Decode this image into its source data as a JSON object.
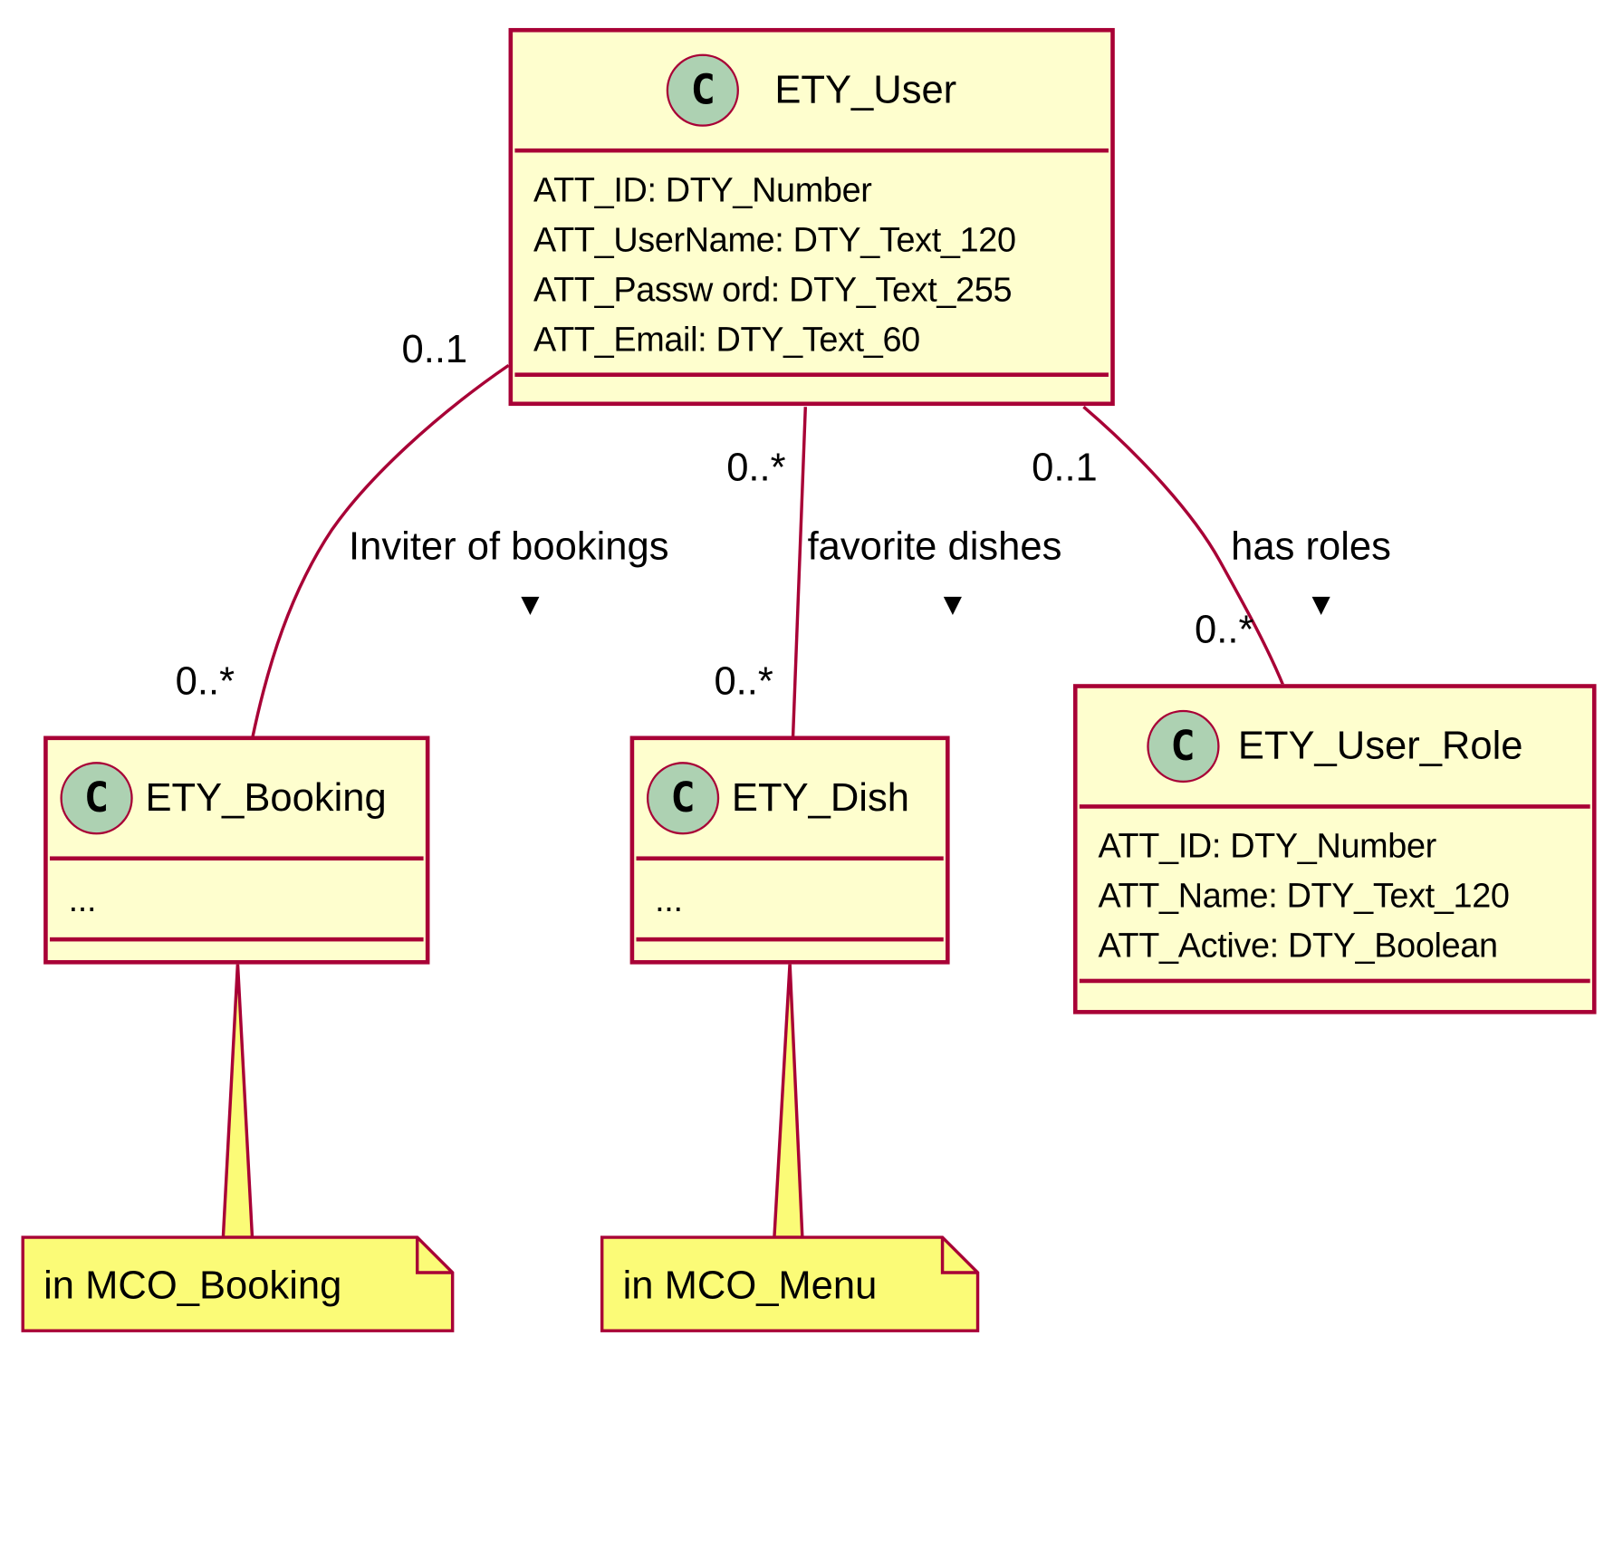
{
  "classes": {
    "user": {
      "icon": "C",
      "name": "ETY_User",
      "attributes": [
        "ATT_ID: DTY_Number",
        "ATT_UserName: DTY_Text_120",
        "ATT_Passw ord: DTY_Text_255",
        "ATT_Email: DTY_Text_60"
      ]
    },
    "booking": {
      "icon": "C",
      "name": "ETY_Booking",
      "attributes": [
        "..."
      ]
    },
    "dish": {
      "icon": "C",
      "name": "ETY_Dish",
      "attributes": [
        "..."
      ]
    },
    "user_role": {
      "icon": "C",
      "name": "ETY_User_Role",
      "attributes": [
        "ATT_ID: DTY_Number",
        "ATT_Name: DTY_Text_120",
        "ATT_Active: DTY_Boolean"
      ]
    }
  },
  "associations": {
    "booking": {
      "label": "Inviter of bookings",
      "direction": "▼",
      "source_mult": "0..1",
      "target_mult": "0..*"
    },
    "dish": {
      "label": "favorite dishes",
      "direction": "▼",
      "source_mult": "0..*",
      "target_mult": "0..*"
    },
    "role": {
      "label": "has roles",
      "direction": "▼",
      "source_mult": "0..1",
      "target_mult": "0..*"
    }
  },
  "notes": {
    "booking": "in MCO_Booking",
    "menu": "in MCO_Menu"
  },
  "colors": {
    "class_fill": "#FEFECE",
    "border": "#A80036",
    "class_icon_fill": "#ADD1B2",
    "note_fill": "#FBFB77"
  }
}
